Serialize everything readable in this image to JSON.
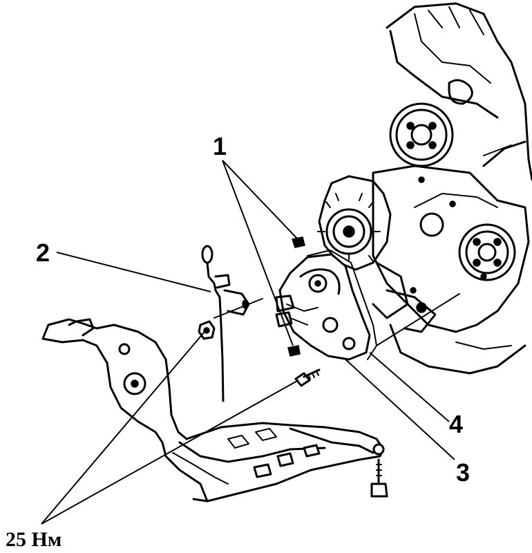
{
  "callouts": {
    "c1": "1",
    "c2": "2",
    "c3": "3",
    "c4": "4"
  },
  "torque_label": "25 Нм",
  "colors": {
    "ink": "#000000",
    "paper": "#ffffff"
  }
}
